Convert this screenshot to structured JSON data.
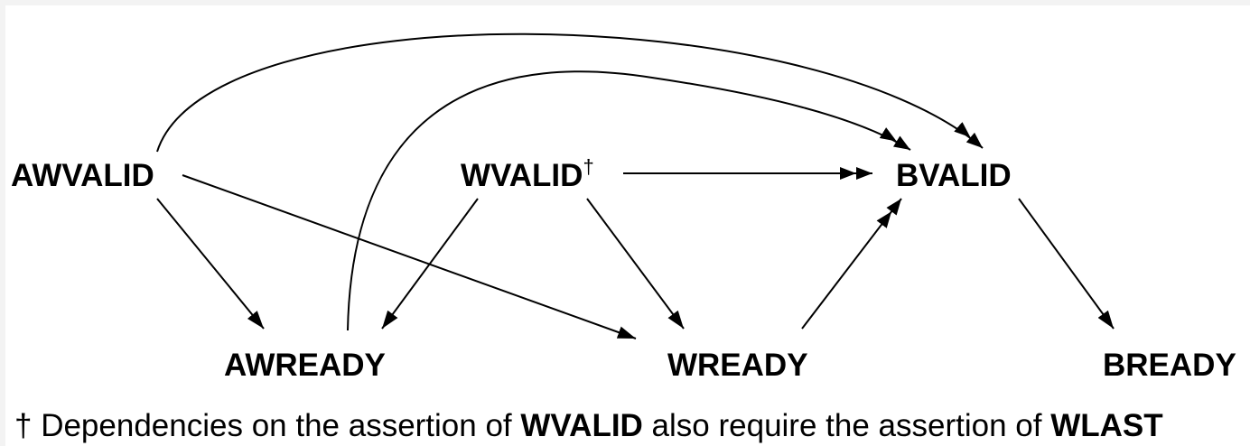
{
  "nodes": {
    "awvalid": "AWVALID",
    "wvalid": "WVALID",
    "wvalid_mark": "†",
    "bvalid": "BVALID",
    "awready": "AWREADY",
    "wready": "WREADY",
    "bready": "BREADY"
  },
  "footnote": {
    "mark": "†",
    "part1": " Dependencies on the assertion of ",
    "bold1": "WVALID",
    "part2": " also require the assertion of ",
    "bold2": "WLAST"
  }
}
